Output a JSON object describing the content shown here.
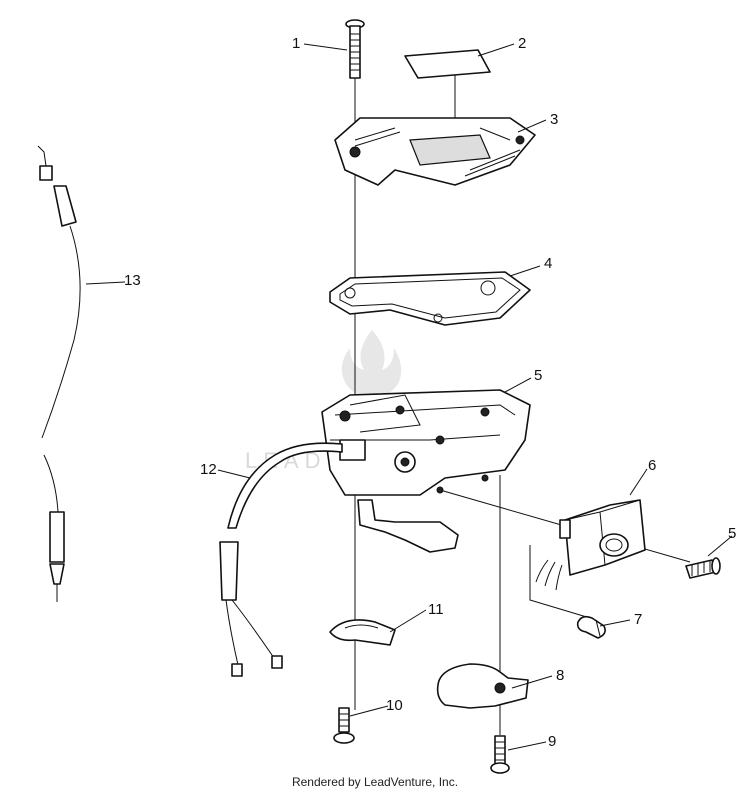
{
  "callouts": [
    "1",
    "2",
    "3",
    "4",
    "5",
    "5",
    "6",
    "7",
    "8",
    "9",
    "10",
    "11",
    "12",
    "13"
  ],
  "footer": "Rendered by LeadVenture, Inc.",
  "watermark": "LEADVENTURE",
  "colors": {
    "line": "#111111",
    "background": "#ffffff",
    "watermark": "#bbbbbb"
  }
}
